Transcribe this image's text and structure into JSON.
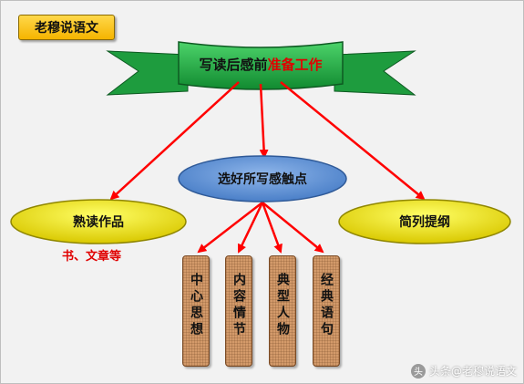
{
  "author_badge": "老穆说语文",
  "banner": {
    "title_prefix": "写读后感前",
    "title_highlight": "准备工作"
  },
  "nodes": {
    "center": "选好所写感触点",
    "left": "熟读作品",
    "left_note": "书、文章等",
    "right": "简列提纲"
  },
  "pillars": [
    "中心思想",
    "内容情节",
    "典型人物",
    "经典语句"
  ],
  "watermark": "头条@老穆说语文",
  "colors": {
    "banner": "#22b14c",
    "center_oval": "#5b8ed6",
    "side_oval": "#f2e600",
    "arrow": "#ff0000",
    "highlight_text": "#e00000",
    "pillar": "#d39a6a"
  }
}
